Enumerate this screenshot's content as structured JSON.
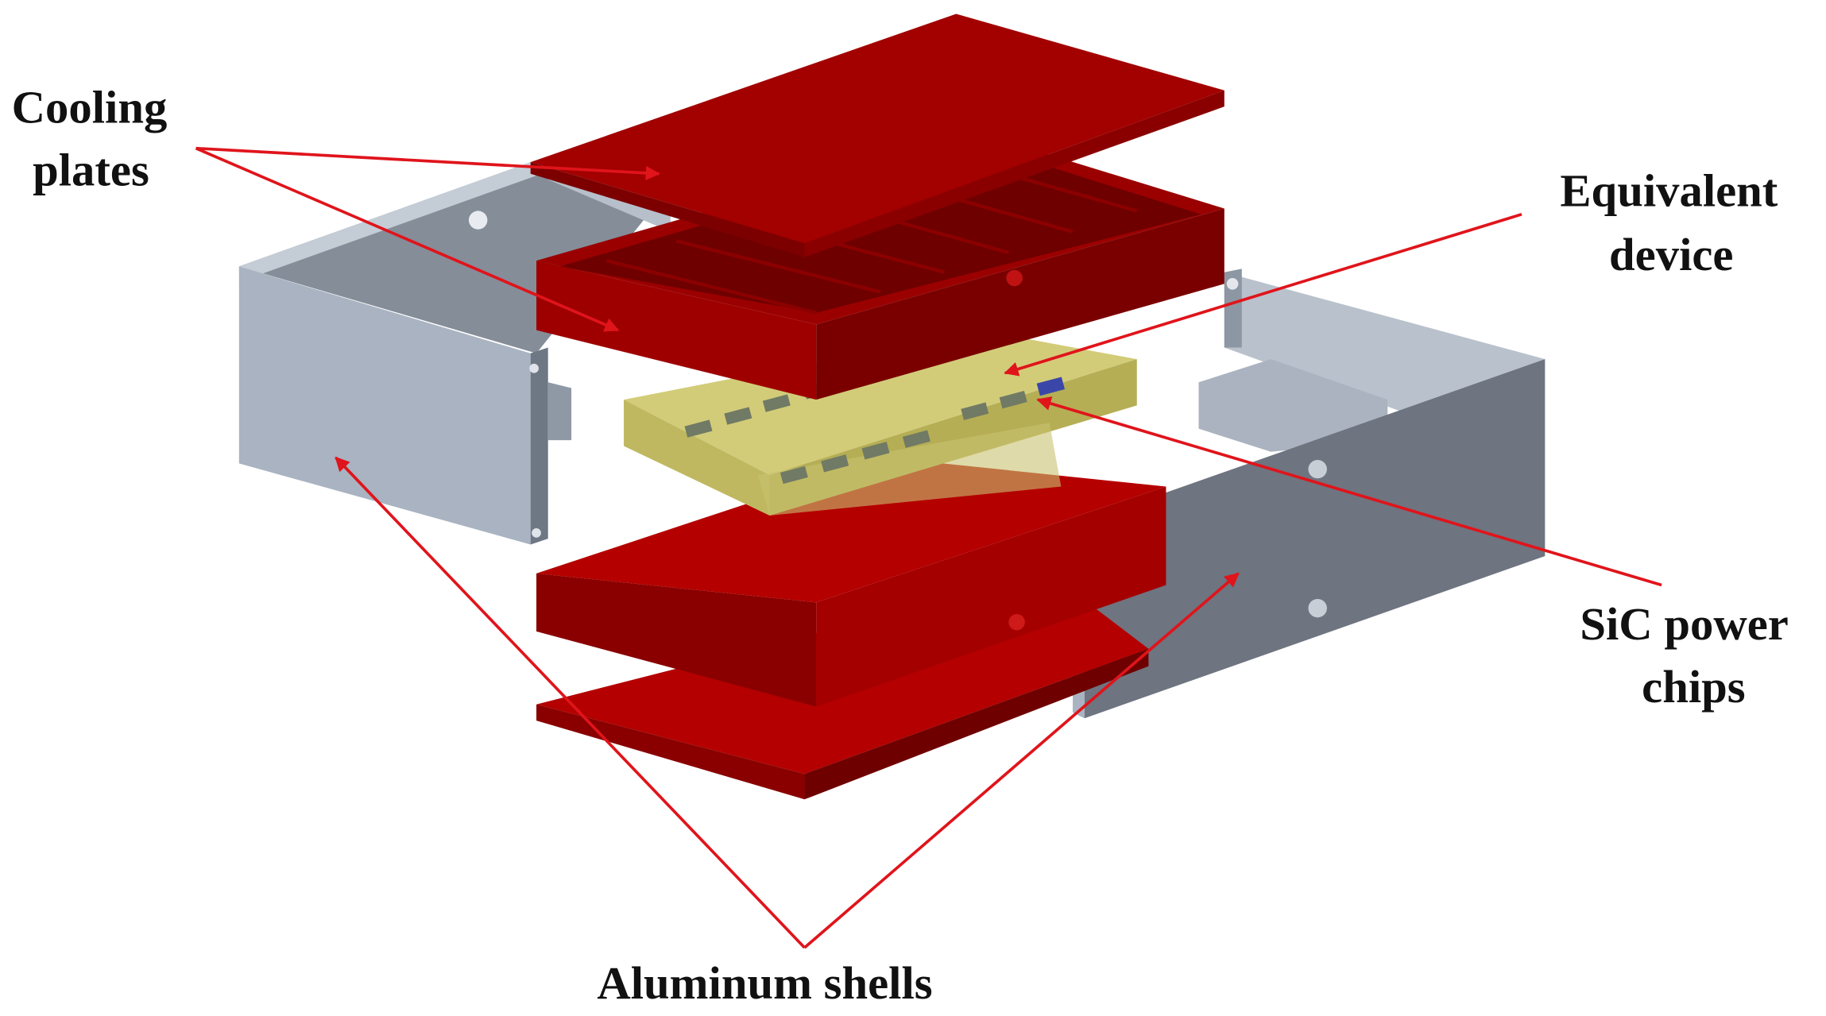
{
  "labels": {
    "cooling_line1": "Cooling",
    "cooling_line2": "plates",
    "equivalent_line1": "Equivalent",
    "equivalent_line2": "device",
    "sic_line1": "SiC power",
    "sic_line2": "chips",
    "aluminum": "Aluminum shells"
  },
  "colors": {
    "cooling_plate": "#a50000",
    "aluminum_shell": "#a9b3c1",
    "equivalent_device": "#c9c270",
    "sic_chip": "#3a47a8",
    "arrow": "#e0141b"
  }
}
